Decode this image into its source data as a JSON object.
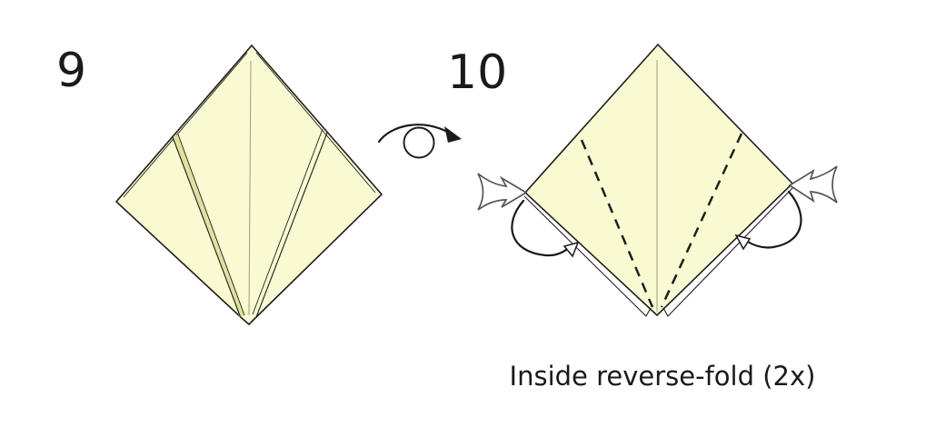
{
  "steps": [
    {
      "number": "9"
    },
    {
      "number": "10",
      "caption": "Inside reverse-fold (2x)"
    }
  ],
  "icons": {
    "turn_over": "turn-over-arrow",
    "push_left": "push-arrow-left",
    "push_right": "push-arrow-right",
    "fold_left": "fold-direction-arrow-left",
    "fold_right": "fold-direction-arrow-right"
  },
  "colors": {
    "background": "#FFFFFF",
    "paper": "#FAFAD2",
    "paper_shade": "#E0E0A0",
    "outline": "#1F1F1F",
    "crease": "#9A9A7E",
    "ink": "#1A1A1A",
    "arrow_outline": "#555555"
  }
}
